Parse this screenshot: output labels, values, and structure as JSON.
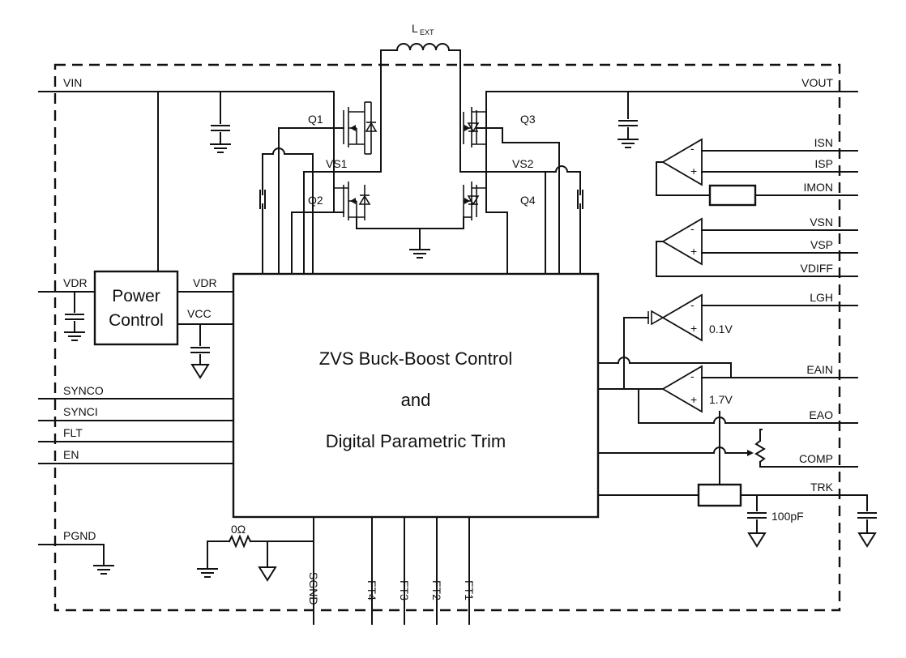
{
  "title": {
    "line1": "ZVS Buck-Boost Control",
    "line2": "and",
    "line3": "Digital Parametric Trim"
  },
  "power_block": {
    "line1": "Power",
    "line2": "Control"
  },
  "inductor": {
    "main": "L",
    "sub": "EXT"
  },
  "transistors": {
    "q1": "Q1",
    "q2": "Q2",
    "q3": "Q3",
    "q4": "Q4"
  },
  "nodes": {
    "vs1": "VS1",
    "vs2": "VS2",
    "vdr_inner": "VDR",
    "vcc": "VCC",
    "zero_ohm": "0Ω"
  },
  "pins_left": {
    "vin": "VIN",
    "vdr": "VDR",
    "synco": "SYNCO",
    "synci": "SYNCI",
    "flt": "FLT",
    "en": "EN",
    "pgnd": "PGND"
  },
  "pins_right": {
    "vout": "VOUT",
    "isn": "ISN",
    "isp": "ISP",
    "imon": "IMON",
    "vsn": "VSN",
    "vsp": "VSP",
    "vdiff": "VDIFF",
    "lgh": "LGH",
    "eain": "EAIN",
    "eao": "EAO",
    "comp": "COMP",
    "trk": "TRK"
  },
  "pins_bottom": {
    "sgnd": "SGND",
    "ft4": "FT4",
    "ft3": "FT3",
    "ft2": "FT2",
    "ft1": "FT1"
  },
  "references": {
    "ref1": "0.1V",
    "ref2": "1.7V",
    "cap": "100pF"
  },
  "opamp_signs": {
    "minus": "-",
    "plus": "+"
  }
}
